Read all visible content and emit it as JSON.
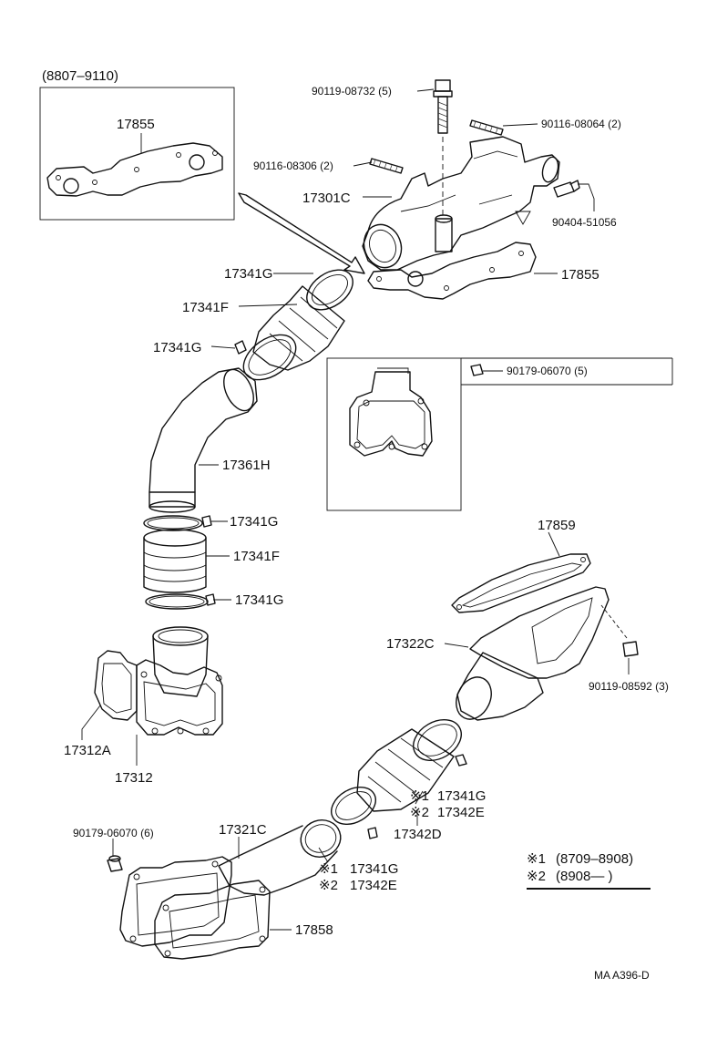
{
  "inset_top": {
    "range": "(8807–9110)",
    "part": "17855"
  },
  "inset_mid": {
    "bolt": "90179-06070 (5)"
  },
  "labels": {
    "bolt_90119_08732": "90119-08732 (5)",
    "stud_90116_08064": "90116-08064 (2)",
    "stud_90116_08306": "90116-08306 (2)",
    "p17301C": "17301C",
    "sensor_90404_51056": "90404-51056",
    "p17855": "17855",
    "p17341G_a": "17341G",
    "p17341F_a": "17341F",
    "p17341G_b": "17341G",
    "p17361H": "17361H",
    "p17341G_c": "17341G",
    "p17341F_b": "17341F",
    "p17341G_d": "17341G",
    "p17859": "17859",
    "p17322C": "17322C",
    "bolt_90119_08592": "90119-08592 (3)",
    "p17312A": "17312A",
    "p17312": "17312",
    "mark1_a": "※1",
    "p17341G_e": "17341G",
    "mark2_a": "※2",
    "p17342E_a": "17342E",
    "p17342D": "17342D",
    "nut_90179_06070": "90179-06070 (6)",
    "p17321C": "17321C",
    "mark1_b": "※1",
    "p17341G_f": "17341G",
    "mark2_b": "※2",
    "p17342E_b": "17342E",
    "p17858": "17858"
  },
  "legend": {
    "mark1": "※1",
    "range1": "(8709–8908)",
    "mark2": "※2",
    "range2": "(8908—        )"
  },
  "diagram_code": "MA  A396-D"
}
